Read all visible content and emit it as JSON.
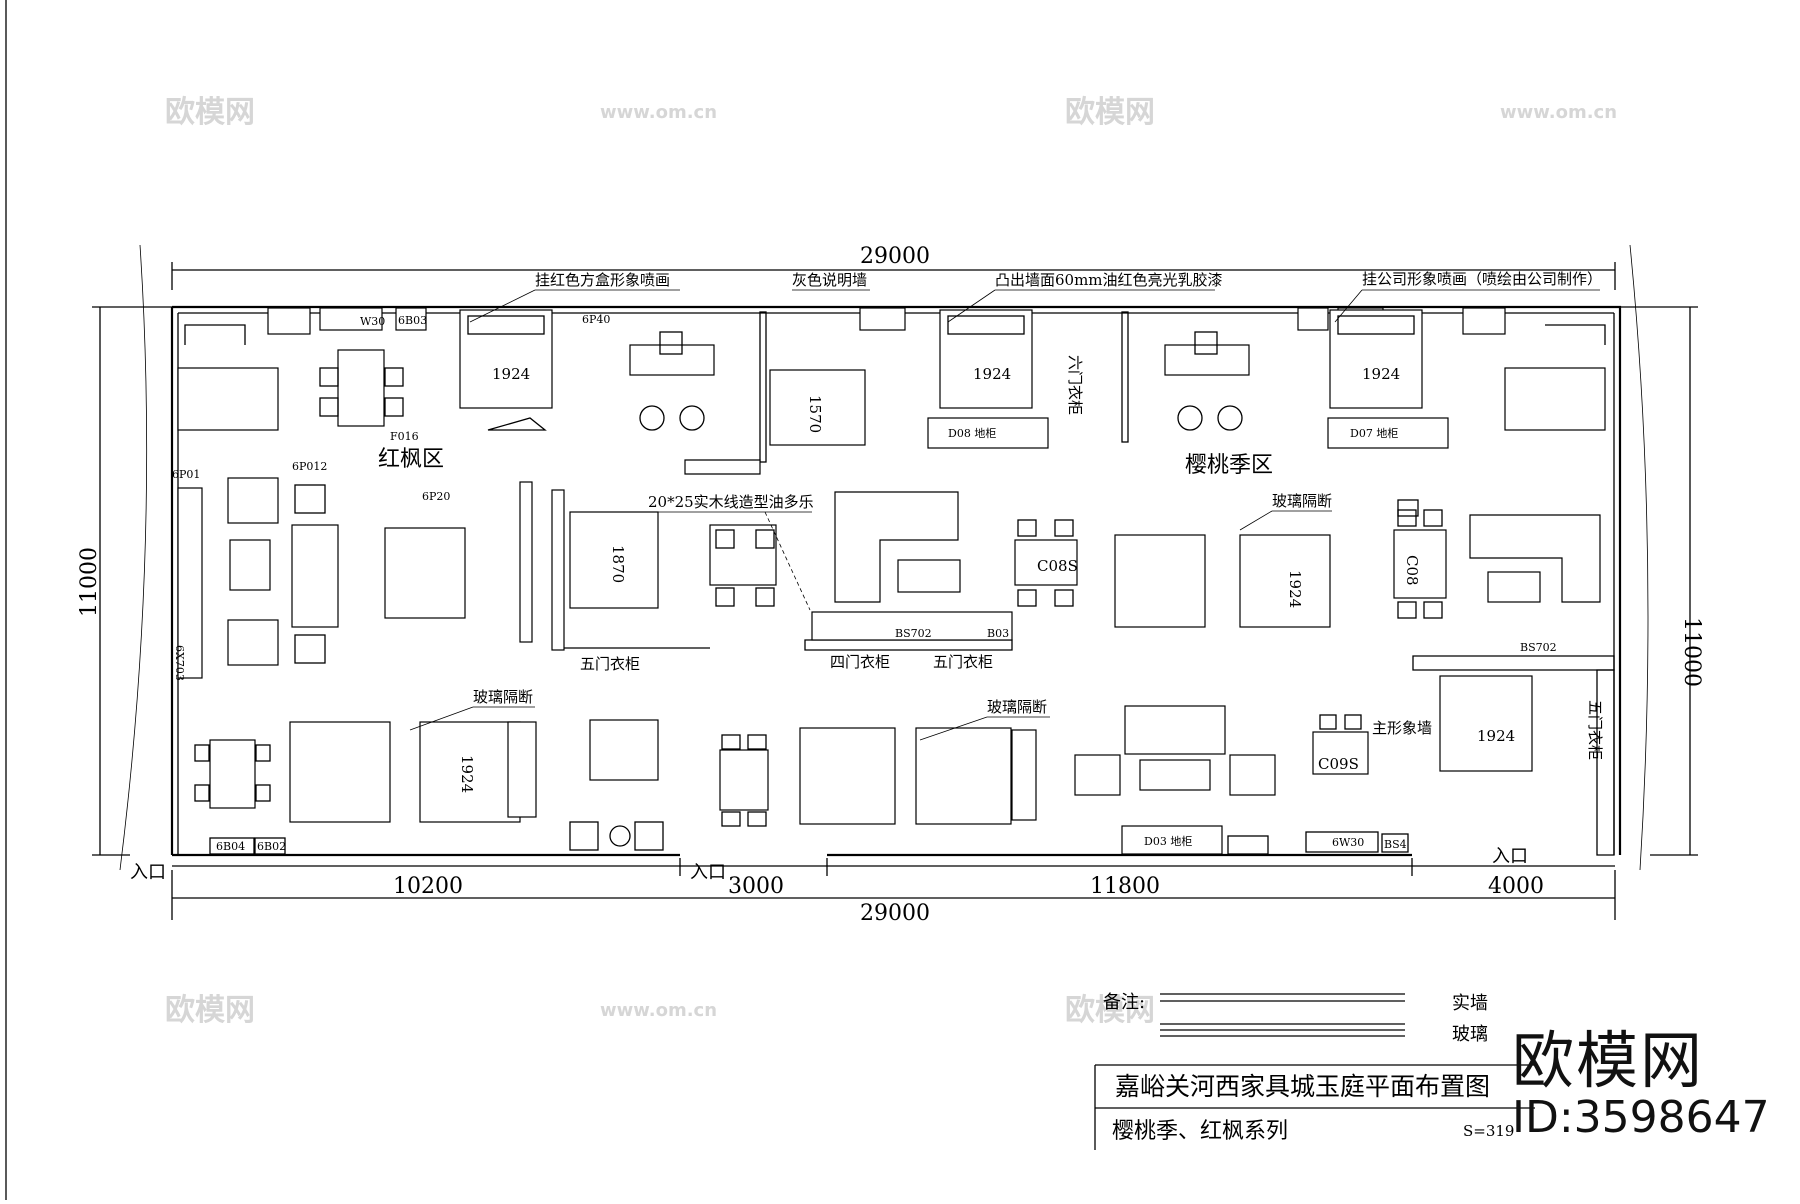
{
  "dimensions": {
    "top_total": "29000",
    "bottom_total": "29000",
    "left_height": "11000",
    "right_height": "11000",
    "seg_1": "10200",
    "seg_2": "3000",
    "seg_3": "11800",
    "seg_4": "4000"
  },
  "zones": {
    "left": "红枫区",
    "right": "樱桃季区"
  },
  "callouts": {
    "top_1": "挂红色方盒形象喷画",
    "top_2": "灰色说明墙",
    "top_3": "凸出墙面60mm油红色亮光乳胶漆",
    "top_4": "挂公司形象喷画（喷绘由公司制作）",
    "moulding": "20*25实木线造型油多乐",
    "glass_1": "玻璃隔断",
    "glass_2": "玻璃隔断",
    "glass_3": "玻璃隔断",
    "main_wall": "主形象墙"
  },
  "entrances": {
    "e1": "入口",
    "e2": "入口",
    "e3": "入口"
  },
  "furniture_labels": {
    "five_door_1": "五门衣柜",
    "four_door": "四门衣柜",
    "five_door_2": "五门衣柜",
    "six_door": "六门衣柜",
    "five_door_3": "五门衣柜",
    "bed_1924_a": "1924",
    "bed_1924_b": "1924",
    "bed_1924_c": "1924",
    "bed_1924_d": "1924",
    "bed_1924_e": "1924",
    "bed_1924_f": "1924",
    "bed_1870": "1870",
    "bed_1570": "1570",
    "code_w30": "W30",
    "code_6b03": "6B03",
    "code_6p40": "6P40",
    "code_f016": "F016",
    "code_6p01": "6P01",
    "code_6p012": "6P012",
    "code_6p20": "6P20",
    "code_6x703": "6X703",
    "code_c08s": "C08S",
    "code_c08": "C08",
    "code_c09s": "C09S",
    "code_bs702a": "BS702",
    "code_bs702b": "BS702",
    "code_b03": "B03",
    "code_6b04": "6B04",
    "code_6b02": "6B02",
    "code_6w30": "6W30",
    "code_bs4": "BS4",
    "code_d08": "D08  地柜",
    "code_d03": "D03  地柜",
    "code_d07": "D07  地柜"
  },
  "legend": {
    "label": "备注:",
    "solid_wall": "实墙",
    "glass": "玻璃"
  },
  "title_block": {
    "title": "嘉峪关河西家具城玉庭平面布置图",
    "subtitle": "樱桃季、红枫系列",
    "scale": "S=319"
  },
  "watermark": {
    "brand": "欧模网",
    "id": "ID:3598647",
    "faint_logo": "欧模网",
    "faint_url": "www.om.cn"
  }
}
